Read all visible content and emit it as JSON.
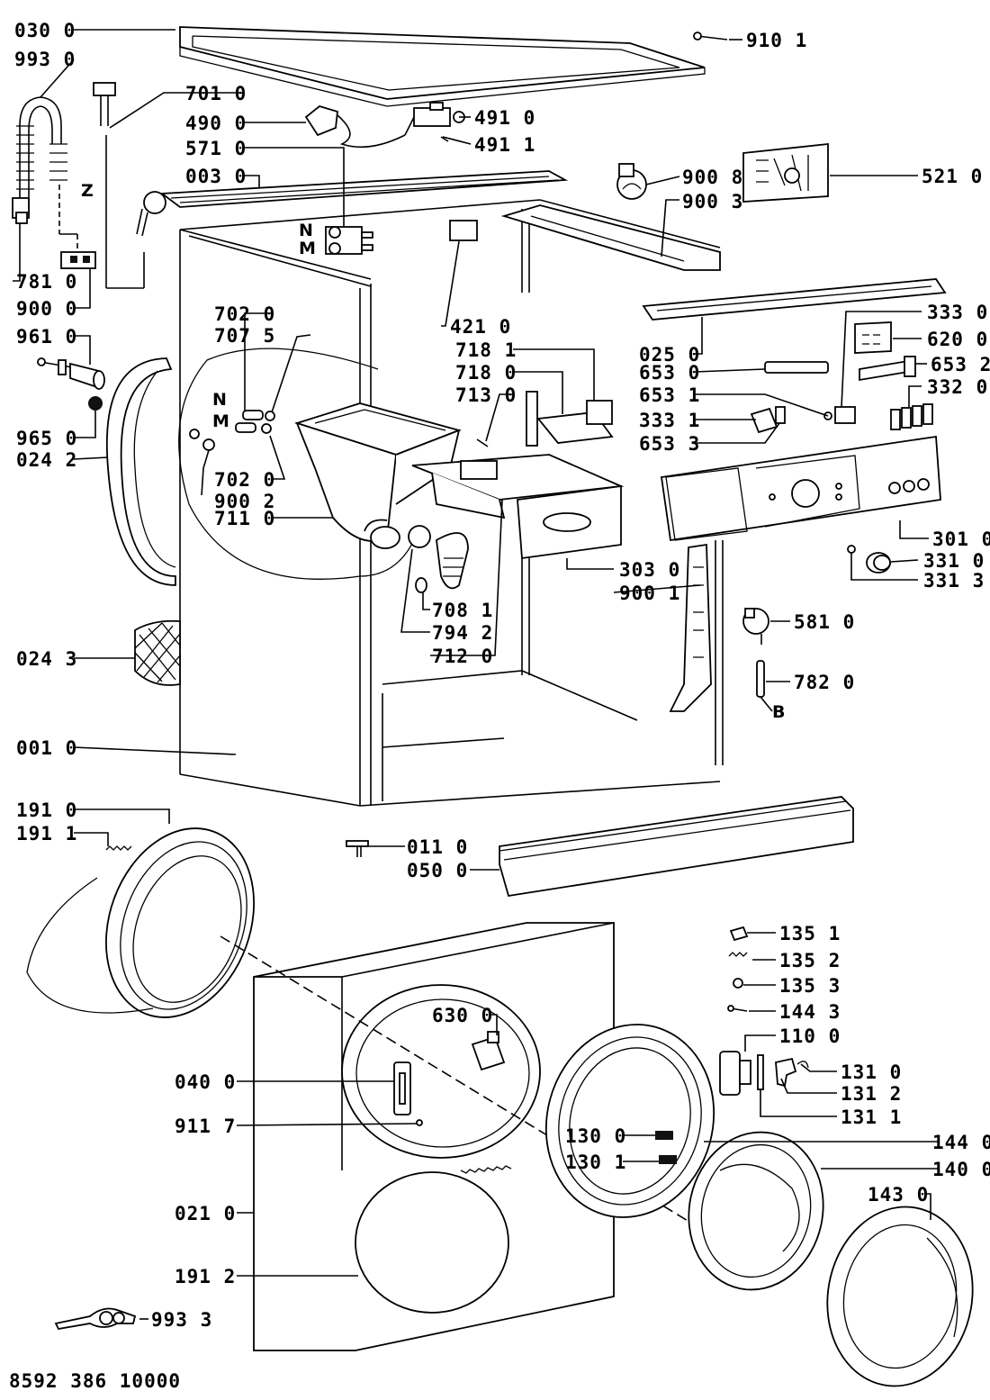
{
  "callouts": {
    "c0300": "030 0",
    "c9930": "993 0",
    "c7010": "701 0",
    "c4900": "490 0",
    "c4910": "491 0",
    "c4911": "491 1",
    "c5710": "571 0",
    "c0030": "003 0",
    "c9101": "910 1",
    "c9008": "900 8",
    "c5210": "521 0",
    "c9003": "900 3",
    "c7810": "781 0",
    "c9000": "900 0",
    "c9610": "961 0",
    "c9650": "965 0",
    "c0242": "024 2",
    "c7020a": "702 0",
    "c7075": "707 5",
    "c7020b": "702 0",
    "c9002": "900 2",
    "c7110": "711 0",
    "c4210": "421 0",
    "c7181": "718 1",
    "c7180": "718 0",
    "c7130": "713 0",
    "c0250": "025 0",
    "c3330": "333 0",
    "c6200": "620 0",
    "c6530": "653 0",
    "c6532": "653 2",
    "c6531": "653 1",
    "c3320": "332 0",
    "c3331": "333 1",
    "c6533": "653 3",
    "c3010": "301 0",
    "c3310": "331 0",
    "c3313": "331 3",
    "c3030": "303 0",
    "c9001": "900 1",
    "c7081": "708 1",
    "c7942": "794 2",
    "c7120": "712 0",
    "c5810": "581 0",
    "c7820": "782 0",
    "c0243": "024 3",
    "c0010": "001 0",
    "c1910": "191 0",
    "c1911": "191 1",
    "c0110": "011 0",
    "c0500": "050 0",
    "c1351": "135 1",
    "c1352": "135 2",
    "c1353": "135 3",
    "c1443": "144 3",
    "c1100": "110 0",
    "c6300": "630 0",
    "c1310": "131 0",
    "c1312": "131 2",
    "c1311": "131 1",
    "c0400": "040 0",
    "c9117": "911 7",
    "c1300": "130 0",
    "c1301": "130 1",
    "c1440": "144 0",
    "c1400": "140 0",
    "c1430": "143 0",
    "c0210": "021 0",
    "c1912": "191 2",
    "c9933": "993 3"
  },
  "markers": {
    "z": "Z",
    "b": "B",
    "n1": "N",
    "m1": "M",
    "n2": "N",
    "m2": "M"
  },
  "footer": {
    "doc_number": "8592 386 10000"
  }
}
